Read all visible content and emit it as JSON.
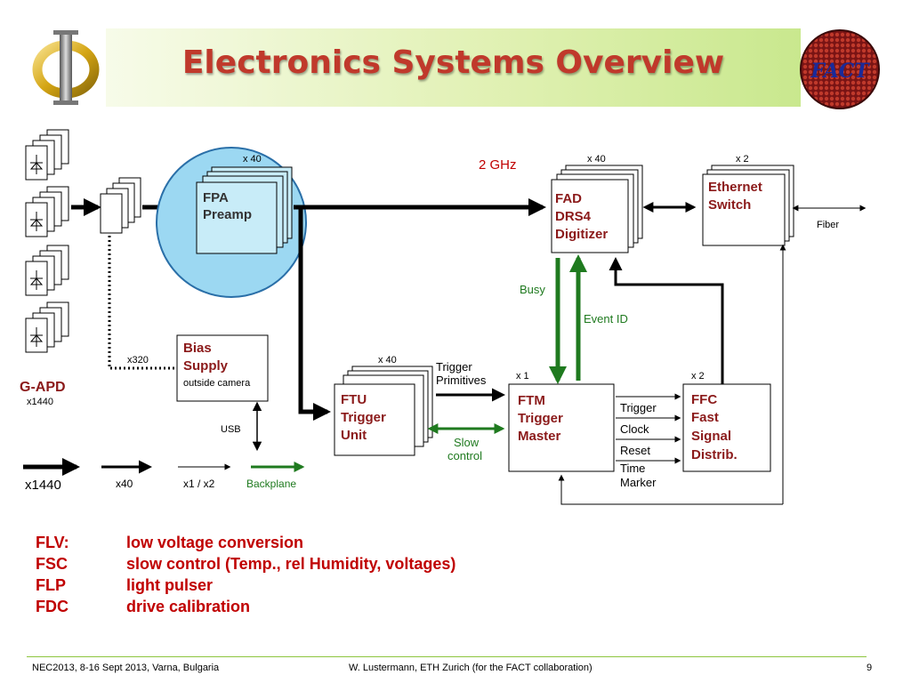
{
  "header": {
    "title": "Electronics Systems Overview"
  },
  "logos": {
    "fact_text": "FACT"
  },
  "diagram": {
    "gapd_label": "G-APD",
    "gapd_count": "x1440",
    "x320_label": "x320",
    "fpa": {
      "multiplier": "x 40",
      "line1": "FPA",
      "line2": "Preamp"
    },
    "freq_label": "2 GHz",
    "fad": {
      "multiplier": "x 40",
      "line1": "FAD",
      "line2": "DRS4",
      "line3": "Digitizer"
    },
    "eth": {
      "multiplier": "x 2",
      "line1": "Ethernet",
      "line2": "Switch"
    },
    "fiber_label": "Fiber",
    "busy_label": "Busy",
    "eventid_label": "Event ID",
    "bias": {
      "line1": "Bias",
      "line2": "Supply",
      "line3": "outside camera"
    },
    "usb_label": "USB",
    "ftu": {
      "multiplier": "x 40",
      "line1": "FTU",
      "line2": "Trigger",
      "line3": "Unit"
    },
    "trigger_primitives": {
      "line1": "Trigger",
      "line2": "Primitives"
    },
    "slow_control": {
      "line1": "Slow",
      "line2": "control"
    },
    "ftm": {
      "multiplier": "x 1",
      "line1": "FTM",
      "line2": "Trigger",
      "line3": "Master"
    },
    "ftm_signals": {
      "trigger": "Trigger",
      "clock": "Clock",
      "reset": "Reset",
      "time1": "Time",
      "time2": "Marker"
    },
    "ffc": {
      "multiplier": "x 2",
      "line1": "FFC",
      "line2": "Fast",
      "line3": "Signal",
      "line4": "Distrib."
    },
    "legend": {
      "x1440": "x1440",
      "x40": "x40",
      "x1x2": "x1 / x2",
      "backplane": "Backplane"
    }
  },
  "abbreviations": [
    {
      "abbr": "FLV:",
      "text": "low voltage conversion"
    },
    {
      "abbr": "FSC",
      "text": "slow control (Temp., rel Humidity, voltages)"
    },
    {
      "abbr": "FLP",
      "text": "light pulser"
    },
    {
      "abbr": "FDC",
      "text": "drive calibration"
    }
  ],
  "footer": {
    "left": "NEC2013, 8-16 Sept 2013, Varna, Bulgaria",
    "center": "W. Lustermann, ETH Zurich (for the FACT collaboration)",
    "page": "9"
  },
  "colors": {
    "accent_red": "#c00000",
    "box_text": "#8b1a1a",
    "green": "#1f7a1f",
    "highlight": "#8fd3f0"
  }
}
